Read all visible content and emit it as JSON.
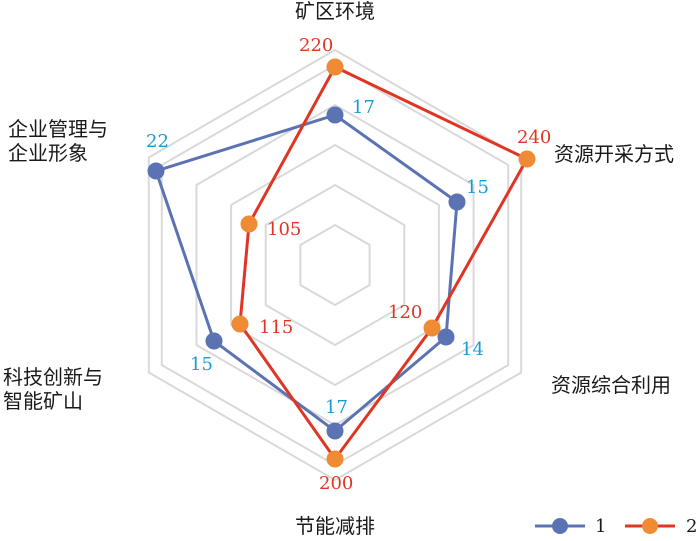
{
  "chart_data": {
    "type": "radar",
    "categories": [
      "矿区环境",
      "资源开采方式",
      "资源综合利用",
      "节能减排",
      "科技创新与\n智能矿山",
      "企业管理与\n企业形象"
    ],
    "series": [
      {
        "name": "1",
        "values": [
          17,
          15,
          14,
          17,
          15,
          22
        ],
        "color": "#5b73b3"
      },
      {
        "name": "2",
        "values": [
          220,
          240,
          120,
          200,
          115,
          105
        ],
        "color": "#e03524",
        "marker_color": "#ef8a35"
      }
    ],
    "grid": true,
    "legend_position": "bottom-right",
    "label_colors": {
      "series_1": "#1b9bd6",
      "series_2": "#e03524"
    }
  }
}
